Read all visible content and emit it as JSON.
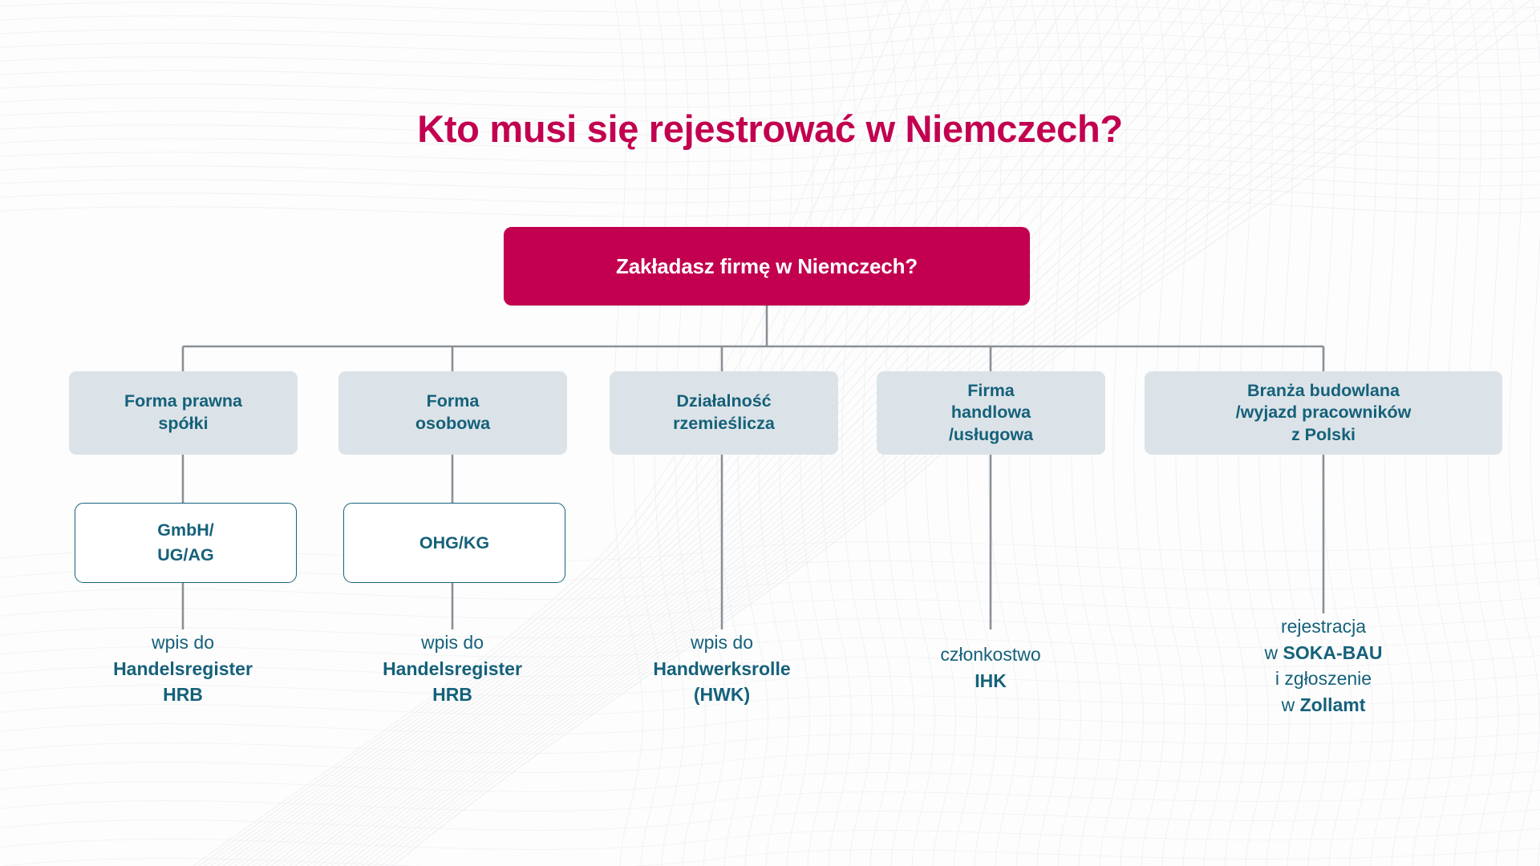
{
  "title": "Kto musi się rejestrować w Niemczech?",
  "colors": {
    "accent_pink": "#C2004F",
    "teal": "#15617A",
    "category_box_bg": "#DCE3E8",
    "connector_line": "#8A9096",
    "background": "#FDFDFD"
  },
  "root": {
    "label": "Zakładasz firmę w Niemczech?"
  },
  "branches": [
    {
      "category": "Forma prawna\nspółki",
      "category_line1": "Forma prawna",
      "category_line2": "spółki",
      "form_box": "GmbH/\nUG/AG",
      "form_line1": "GmbH/",
      "form_line2": "UG/AG",
      "result_line1": "wpis do",
      "result_line2": "Handelsregister",
      "result_line3": "HRB"
    },
    {
      "category": "Forma\nosobowa",
      "category_line1": "Forma",
      "category_line2": "osobowa",
      "form_box": "OHG/KG",
      "form_line1": "OHG/KG",
      "form_line2": "",
      "result_line1": "wpis do",
      "result_line2": "Handelsregister",
      "result_line3": "HRB"
    },
    {
      "category": "Działalność\nrzemieślicza",
      "category_line1": "Działalność",
      "category_line2": "rzemieślicza",
      "form_box": null,
      "result_line1": "wpis do",
      "result_line2": "Handwerksrolle",
      "result_line3": "(HWK)"
    },
    {
      "category": "Firma\nhandlowa\n/usługowa",
      "category_line1": "Firma",
      "category_line2": "handlowa",
      "category_line3": "/usługowa",
      "form_box": null,
      "result_line1": "członkostwo",
      "result_line2": "IHK",
      "result_line3": ""
    },
    {
      "category": "Branża budowlana\n/wyjazd pracowników\nz Polski",
      "category_line1": "Branża budowlana",
      "category_line2": "/wyjazd pracowników",
      "category_line3": "z Polski",
      "form_box": null,
      "result_line1": "rejestracja",
      "result_line2": "w SOKA-BAU",
      "result_line2_plain": "w ",
      "result_line2_bold": "SOKA-BAU",
      "result_line3": "i zgłoszenie",
      "result_line4_plain": "w ",
      "result_line4_bold": "Zollamt"
    }
  ]
}
